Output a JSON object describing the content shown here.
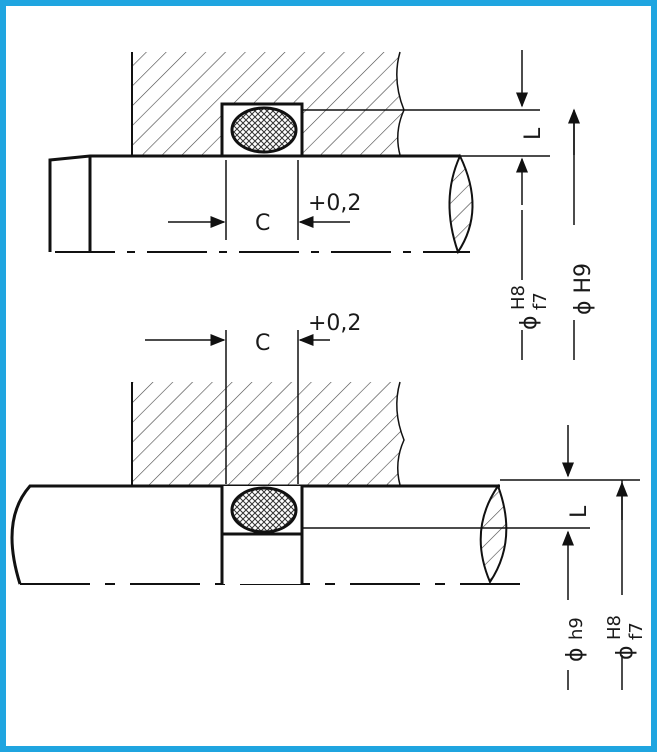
{
  "frame_color": "#1fa5e0",
  "top_drawing": {
    "groove_width_label": "C",
    "tolerance_label": "+0,2",
    "height_label": "L",
    "bore_diameter_label": "ϕ H9",
    "rod_diameter_label": "ϕ",
    "rod_fit_upper": "H8",
    "rod_fit_lower": "f7"
  },
  "bottom_drawing": {
    "groove_width_label": "C",
    "tolerance_label": "+0,2",
    "height_label": "L",
    "groove_diameter_label": "ϕ",
    "groove_fit": "h9",
    "bore_diameter_label": "ϕ",
    "bore_fit_upper": "H8",
    "bore_fit_lower": "f7"
  }
}
